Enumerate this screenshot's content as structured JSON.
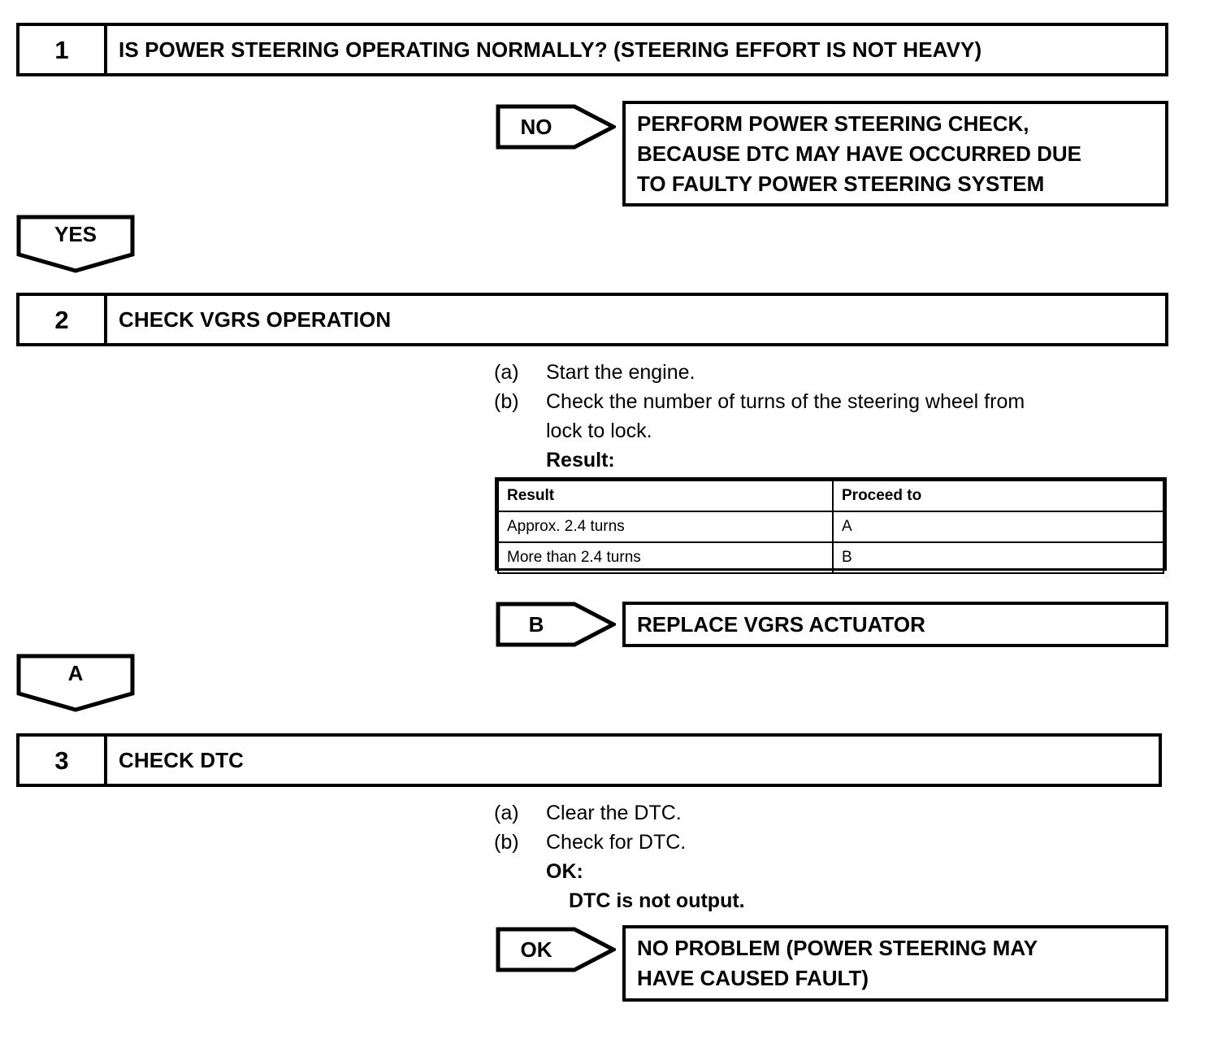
{
  "document": {
    "type": "diagnostic-flowchart",
    "title": "VGRS diagnostic troubleshooting flowchart"
  },
  "steps": [
    {
      "number": "1",
      "title": "IS POWER STEERING OPERATING NORMALLY? (STEERING EFFORT IS NOT HEAVY)"
    },
    {
      "number": "2",
      "title": "CHECK VGRS OPERATION"
    },
    {
      "number": "3",
      "title": "CHECK DTC"
    }
  ],
  "branches": {
    "no": "NO",
    "yes": "YES",
    "a": "A",
    "b": "B",
    "ok": "OK"
  },
  "outcomes": {
    "perform_check": [
      "PERFORM POWER STEERING CHECK,",
      "BECAUSE DTC MAY HAVE OCCURRED DUE",
      "TO FAULTY POWER STEERING SYSTEM"
    ],
    "replace_actuator": [
      "REPLACE VGRS ACTUATOR"
    ],
    "no_problem": [
      "NO PROBLEM (POWER STEERING MAY",
      "HAVE CAUSED FAULT)"
    ]
  },
  "procedure_step2": {
    "items": [
      {
        "marker": "(a)",
        "text": "Start the engine."
      },
      {
        "marker": "(b)",
        "text": "Check the number of turns of the steering wheel from"
      }
    ],
    "continuation": "lock to lock.",
    "result_label": "Result:"
  },
  "procedure_step3": {
    "items": [
      {
        "marker": "(a)",
        "text": "Clear the DTC."
      },
      {
        "marker": "(b)",
        "text": "Check for DTC."
      }
    ],
    "ok_label": "OK:",
    "ok_value": "DTC is not output."
  },
  "result_table": {
    "headers": [
      "Result",
      "Proceed to"
    ],
    "rows": [
      [
        "Approx. 2.4 turns",
        "A"
      ],
      [
        "More than 2.4 turns",
        "B"
      ]
    ]
  },
  "colors": {
    "ink": "#000000",
    "paper": "#ffffff"
  }
}
